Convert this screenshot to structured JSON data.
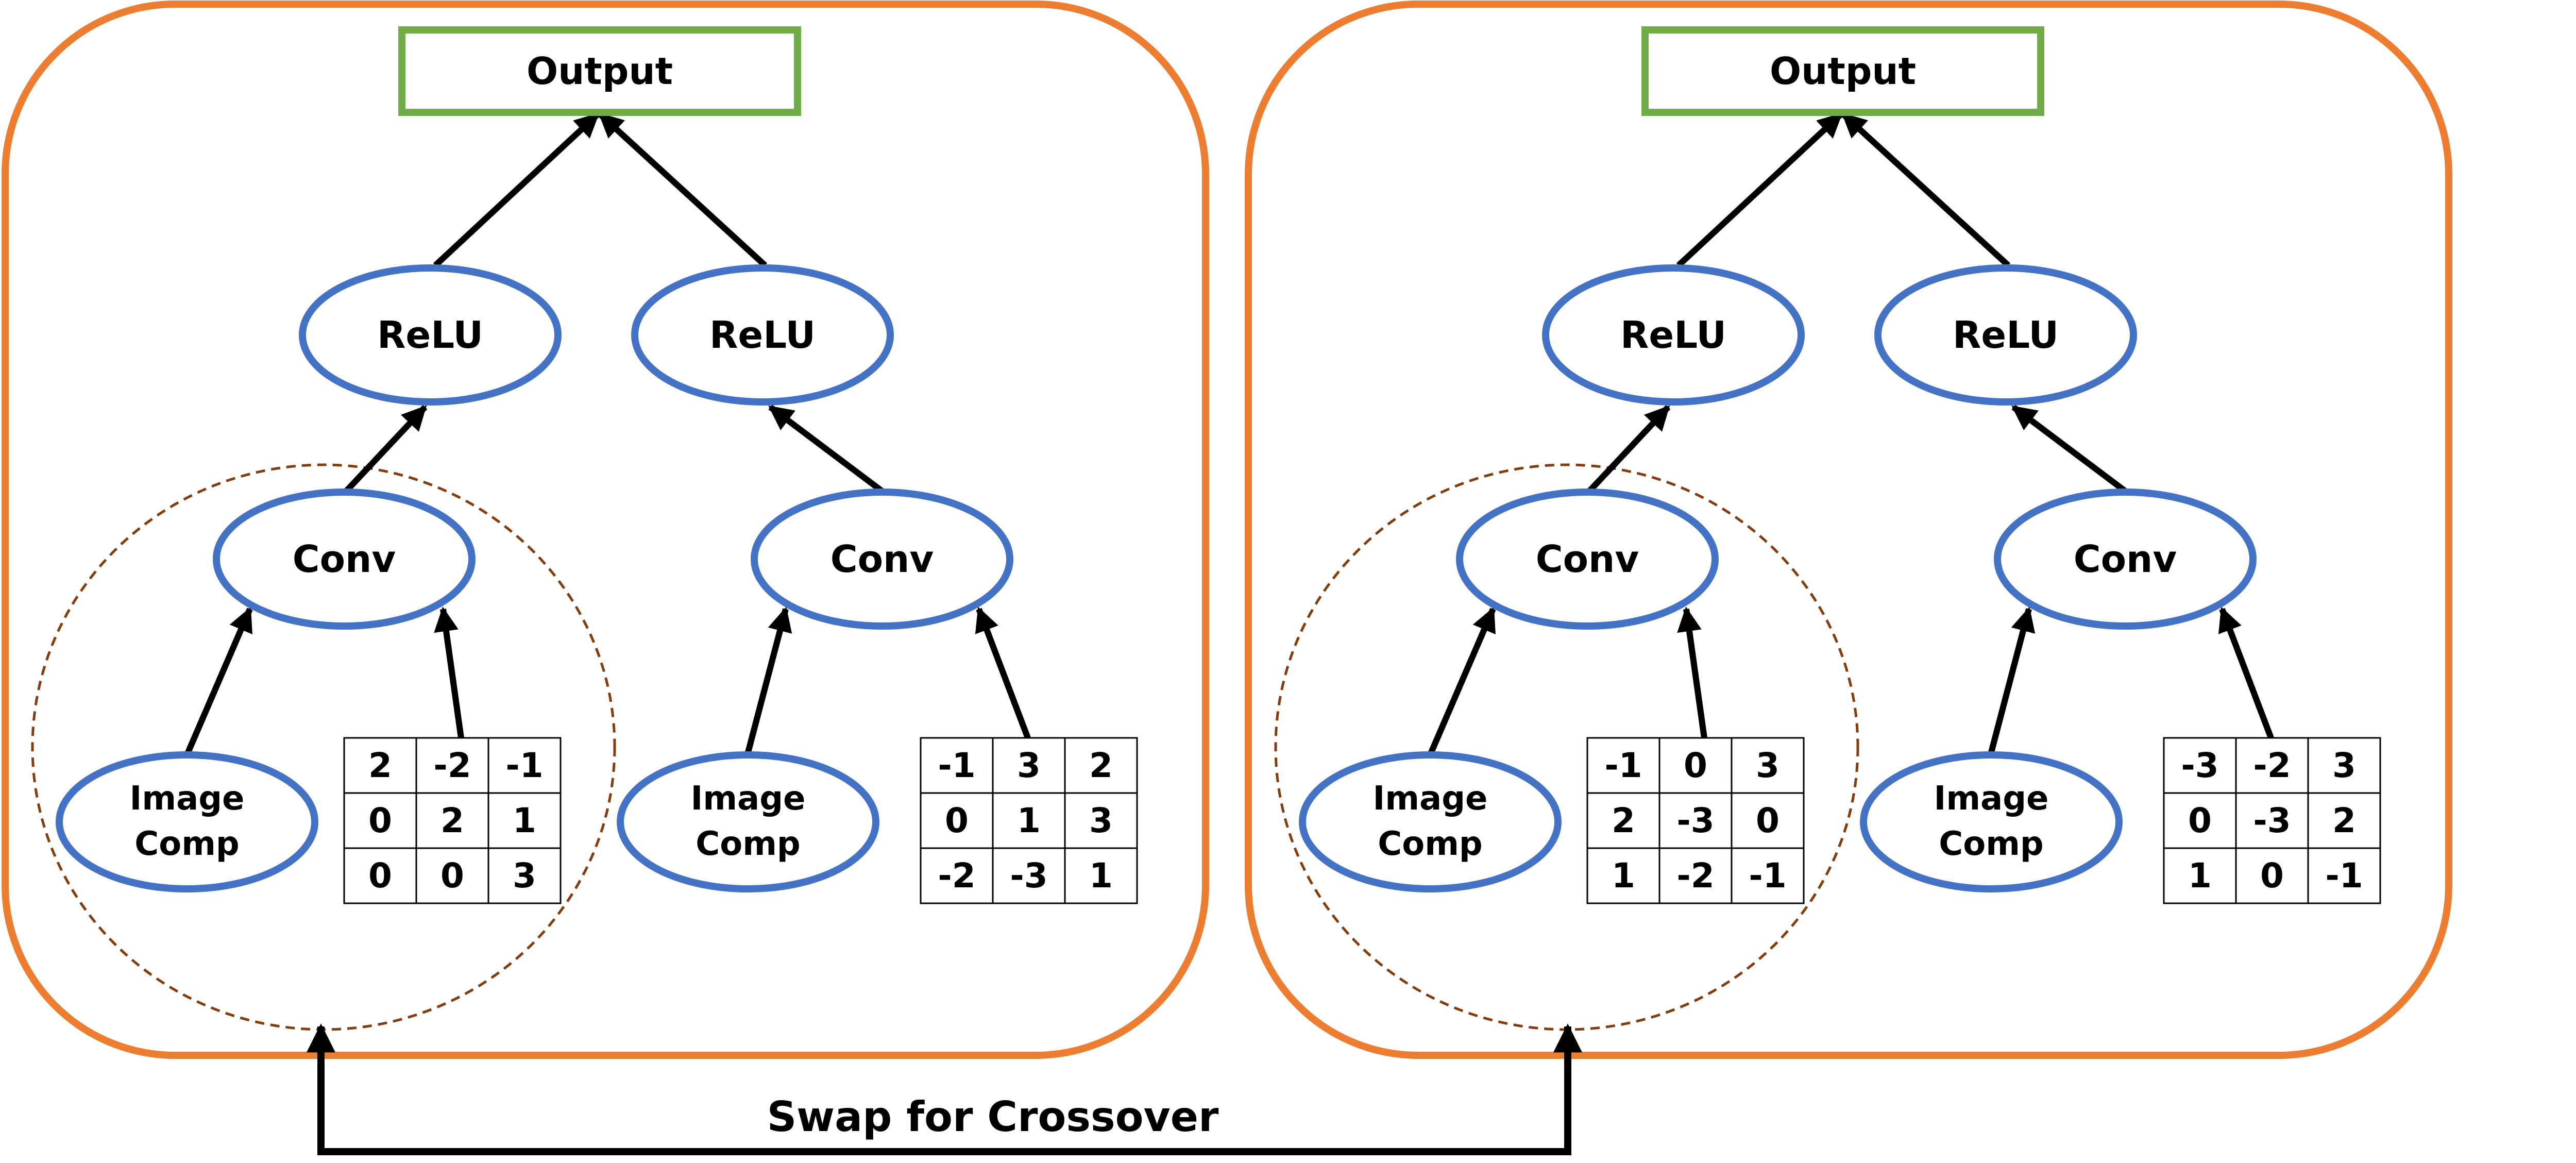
{
  "colors": {
    "panel_border": "#ED7D31",
    "output_border": "#70AD47",
    "node_border": "#4472C4",
    "subtree_circle": "#843C0C",
    "arrow": "#000000"
  },
  "trees": [
    {
      "output": "Output",
      "relu_left": "ReLU",
      "relu_right": "ReLU",
      "conv_left": "Conv",
      "conv_right": "Conv",
      "image_left": [
        "Image",
        "Comp"
      ],
      "image_right": [
        "Image",
        "Comp"
      ],
      "matrix_left": [
        [
          "2",
          "-2",
          "-1"
        ],
        [
          "0",
          "2",
          "1"
        ],
        [
          "0",
          "0",
          "3"
        ]
      ],
      "matrix_right": [
        [
          "-1",
          "3",
          "2"
        ],
        [
          "0",
          "1",
          "3"
        ],
        [
          "-2",
          "-3",
          "1"
        ]
      ]
    },
    {
      "output": "Output",
      "relu_left": "ReLU",
      "relu_right": "ReLU",
      "conv_left": "Conv",
      "conv_right": "Conv",
      "image_left": [
        "Image",
        "Comp"
      ],
      "image_right": [
        "Image",
        "Comp"
      ],
      "matrix_left": [
        [
          "-1",
          "0",
          "3"
        ],
        [
          "2",
          "-3",
          "0"
        ],
        [
          "1",
          "-2",
          "-1"
        ]
      ],
      "matrix_right": [
        [
          "-3",
          "-2",
          "3"
        ],
        [
          "0",
          "-3",
          "2"
        ],
        [
          "1",
          "0",
          "-1"
        ]
      ]
    }
  ],
  "caption": "Swap for Crossover"
}
